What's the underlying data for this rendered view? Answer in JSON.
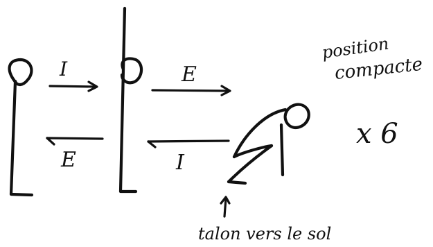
{
  "labels": {
    "arrow_top_1": "I",
    "arrow_top_2": "E",
    "arrow_bottom_1": "E",
    "arrow_bottom_2": "I",
    "position_line1": "position",
    "position_line2": "compacte",
    "repeat": "x 6",
    "heel_note": "talon vers le sol"
  },
  "colors": {
    "ink": "#111111",
    "paper": "#ffffff"
  }
}
